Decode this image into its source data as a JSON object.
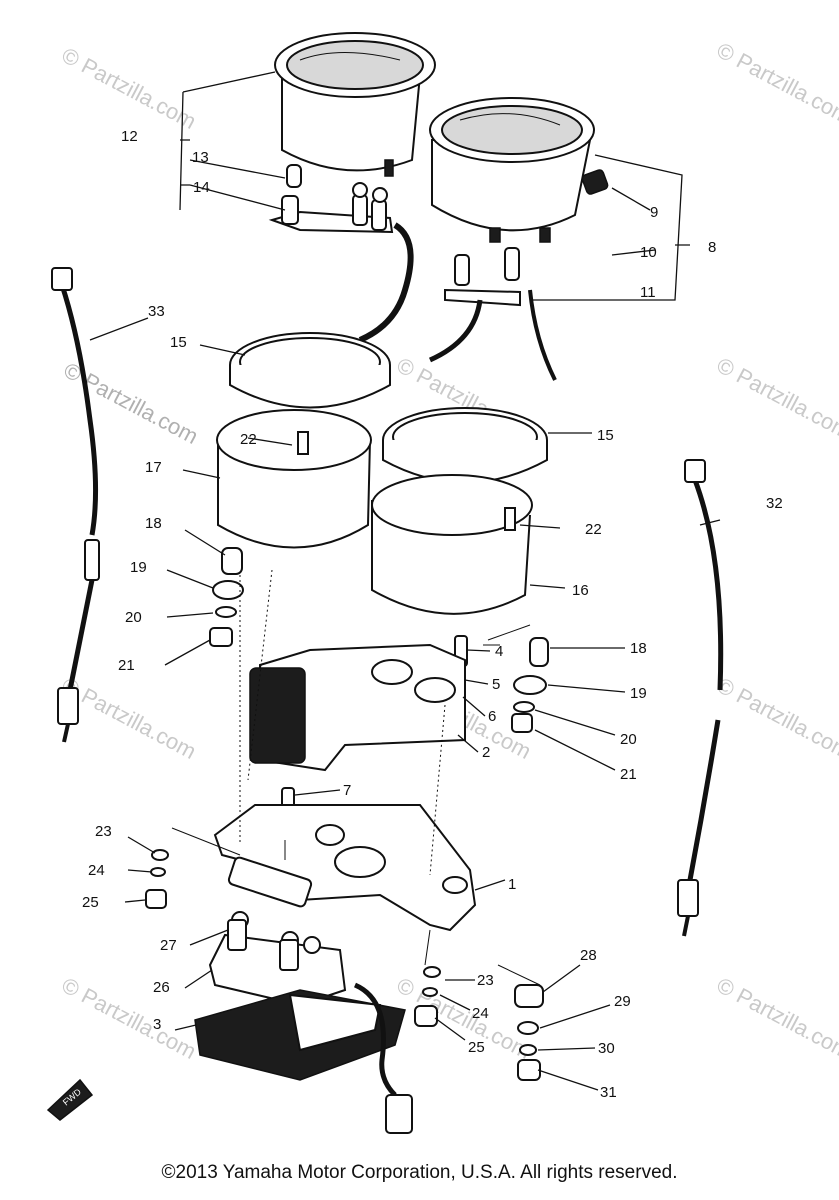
{
  "copyright": "©2013 Yamaha Motor Corporation, U.S.A. All rights reserved.",
  "watermark": "© Partzilla.com",
  "callouts": [
    {
      "id": "12",
      "text": "12"
    },
    {
      "id": "13",
      "text": "13"
    },
    {
      "id": "14",
      "text": "14"
    },
    {
      "id": "9",
      "text": "9"
    },
    {
      "id": "10",
      "text": "10"
    },
    {
      "id": "8",
      "text": "8"
    },
    {
      "id": "11",
      "text": "11"
    },
    {
      "id": "33",
      "text": "33"
    },
    {
      "id": "15a",
      "text": "15"
    },
    {
      "id": "22a",
      "text": "22"
    },
    {
      "id": "17",
      "text": "17"
    },
    {
      "id": "15b",
      "text": "15"
    },
    {
      "id": "22b",
      "text": "22"
    },
    {
      "id": "16",
      "text": "16"
    },
    {
      "id": "32",
      "text": "32"
    },
    {
      "id": "18a",
      "text": "18"
    },
    {
      "id": "19a",
      "text": "19"
    },
    {
      "id": "20a",
      "text": "20"
    },
    {
      "id": "21a",
      "text": "21"
    },
    {
      "id": "4",
      "text": "4"
    },
    {
      "id": "5",
      "text": "5"
    },
    {
      "id": "6",
      "text": "6"
    },
    {
      "id": "2",
      "text": "2"
    },
    {
      "id": "18b",
      "text": "18"
    },
    {
      "id": "19b",
      "text": "19"
    },
    {
      "id": "20b",
      "text": "20"
    },
    {
      "id": "21b",
      "text": "21"
    },
    {
      "id": "7",
      "text": "7"
    },
    {
      "id": "23a",
      "text": "23"
    },
    {
      "id": "24a",
      "text": "24"
    },
    {
      "id": "25a",
      "text": "25"
    },
    {
      "id": "1",
      "text": "1"
    },
    {
      "id": "27",
      "text": "27"
    },
    {
      "id": "26",
      "text": "26"
    },
    {
      "id": "3",
      "text": "3"
    },
    {
      "id": "23b",
      "text": "23"
    },
    {
      "id": "24b",
      "text": "24"
    },
    {
      "id": "25b",
      "text": "25"
    },
    {
      "id": "28",
      "text": "28"
    },
    {
      "id": "29",
      "text": "29"
    },
    {
      "id": "30",
      "text": "30"
    },
    {
      "id": "31",
      "text": "31"
    },
    {
      "id": "fwd",
      "text": "FWD"
    }
  ]
}
